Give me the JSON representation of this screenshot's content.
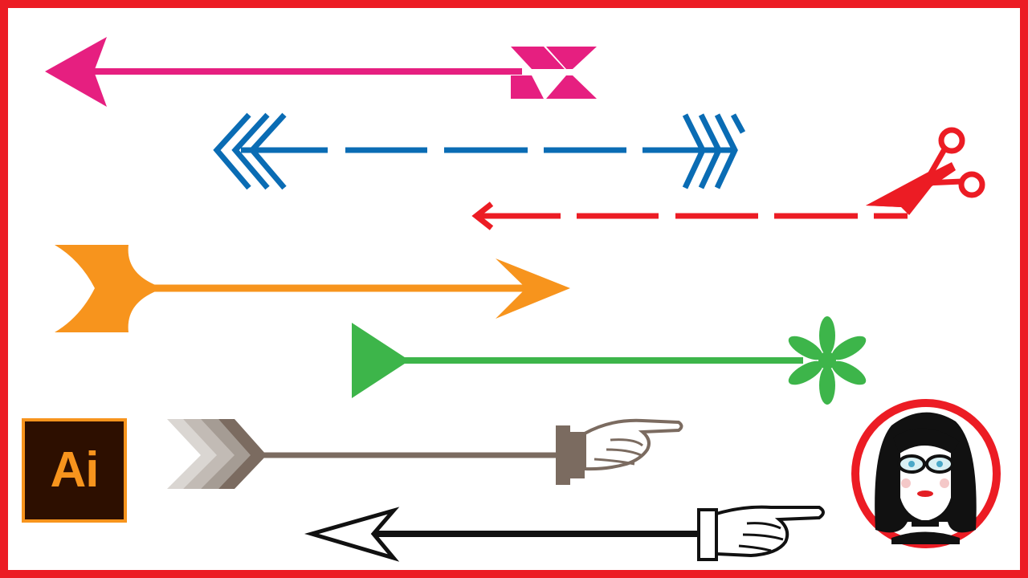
{
  "thumbnail": {
    "frame_color": "#ec1c24",
    "background": "#ffffff",
    "logo": {
      "text": "Ai",
      "text_color": "#f7941d",
      "background": "#2d0f00"
    },
    "arrows": [
      {
        "name": "pink-arrow",
        "color": "#e61f80",
        "style": "solid",
        "direction": "left",
        "tail": "fletching"
      },
      {
        "name": "blue-arrow",
        "color": "#0a6cb4",
        "style": "dashed",
        "direction": "left",
        "tail": "fletching"
      },
      {
        "name": "red-scissors-arrow",
        "color": "#ec1c24",
        "style": "dashed",
        "direction": "left",
        "tail": "scissors-icon"
      },
      {
        "name": "orange-arrow",
        "color": "#f7941d",
        "style": "solid",
        "direction": "right",
        "tail": "fletching"
      },
      {
        "name": "green-arrow",
        "color": "#3db54a",
        "style": "solid",
        "direction": "left",
        "tail": "asterisk-icon"
      },
      {
        "name": "brown-arrow",
        "color": "#7b6b60",
        "style": "solid",
        "direction": "right",
        "tail": "fletching",
        "head": "pointing-hand-icon"
      },
      {
        "name": "black-arrow",
        "color": "#111111",
        "style": "solid",
        "direction": "left",
        "tail": "pointing-hand-icon"
      }
    ],
    "avatar": {
      "icon": "woman-with-glasses-avatar",
      "ring_color": "#ec1c24"
    }
  }
}
